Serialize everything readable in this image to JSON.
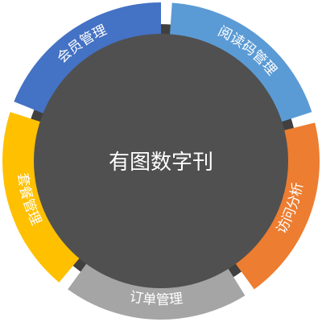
{
  "center": {
    "title": "有图数字刊",
    "color": "#505050"
  },
  "ring_background": "#404040",
  "segments": [
    {
      "label": "阅读码管理",
      "color": "#5B9BD5"
    },
    {
      "label": "访问分析",
      "color": "#ED7D31"
    },
    {
      "label": "订单管理",
      "color": "#A5A5A5"
    },
    {
      "label": "套餐管理",
      "color": "#FFC000"
    },
    {
      "label": "会员管理",
      "color": "#4472C4"
    }
  ]
}
